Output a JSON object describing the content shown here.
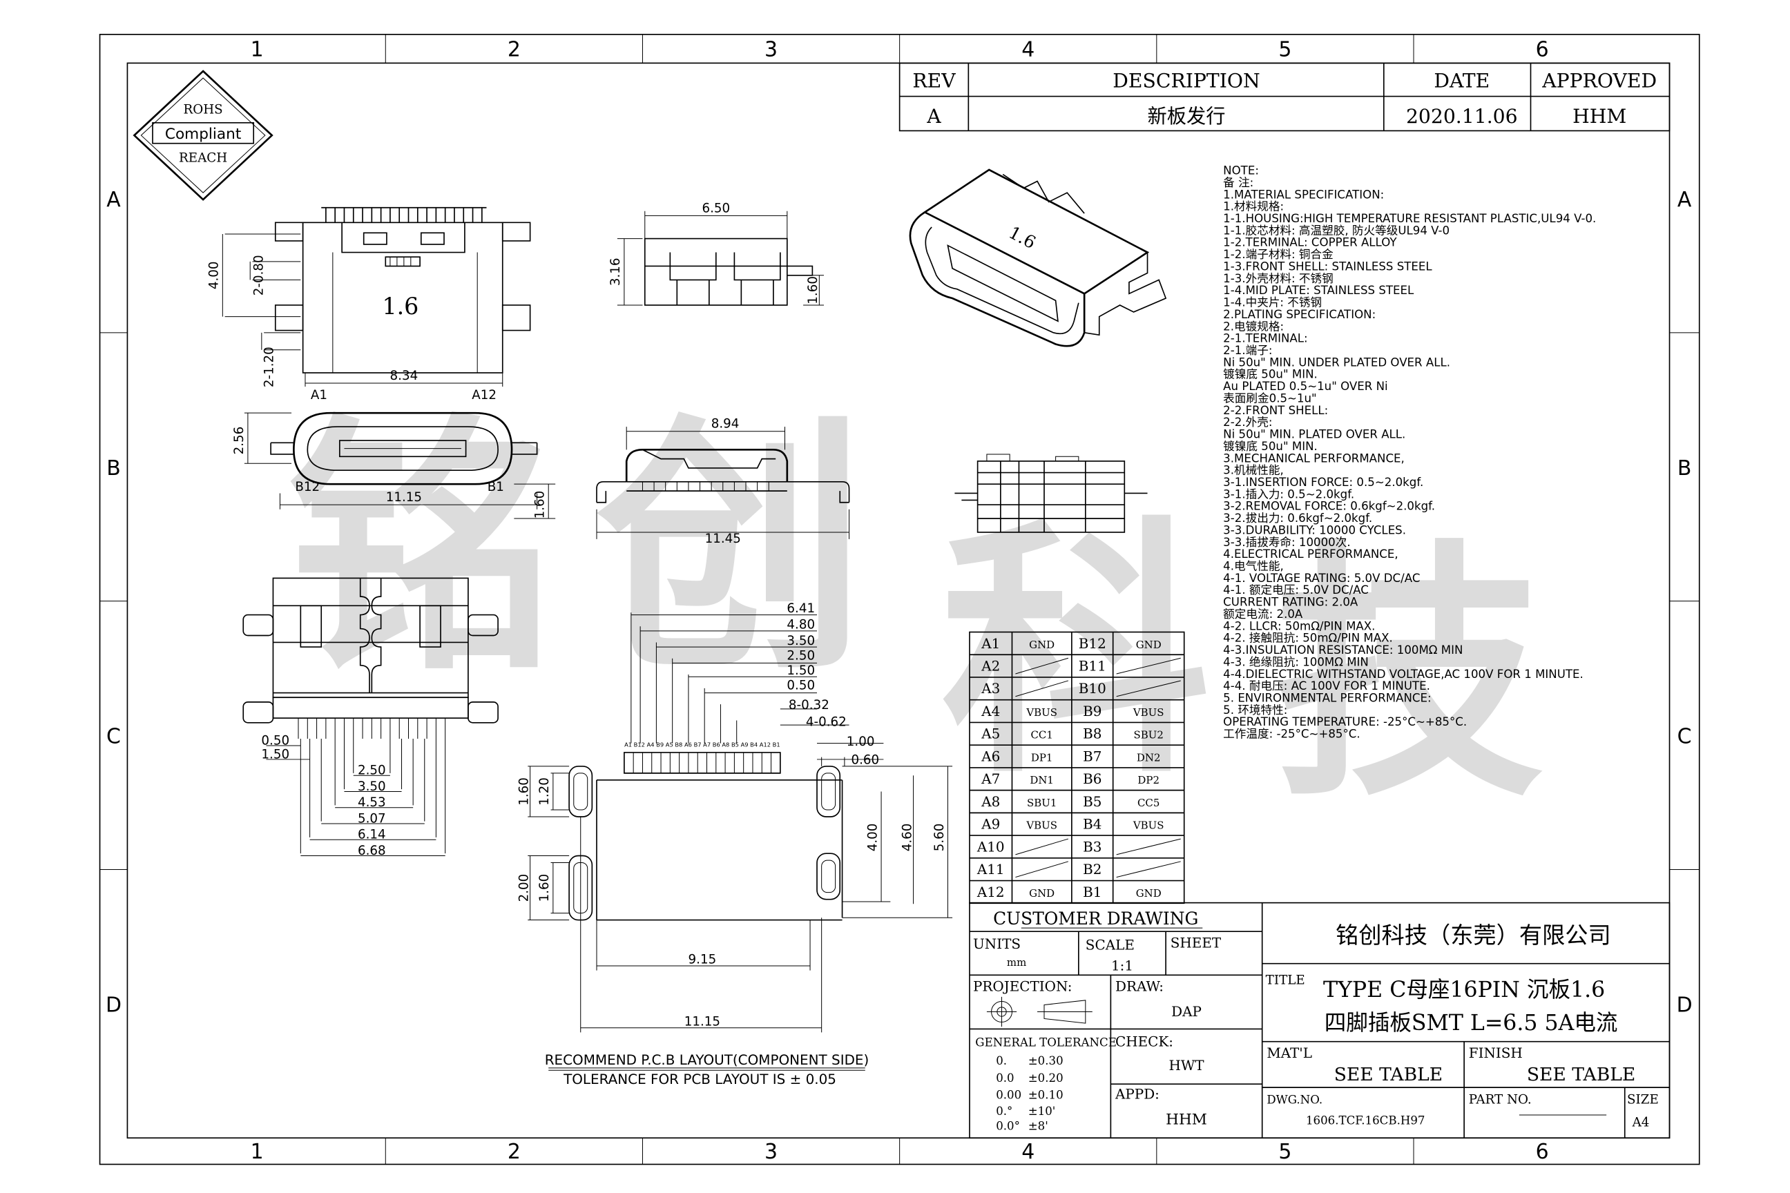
{
  "frame": {
    "col_labels": [
      "1",
      "2",
      "3",
      "4",
      "5",
      "6"
    ],
    "row_labels": [
      "A",
      "B",
      "C",
      "D"
    ]
  },
  "compliance_badge": {
    "line1": "ROHS",
    "line2": "Compliant",
    "line3": "REACH"
  },
  "revision_table": {
    "headers": {
      "rev": "REV",
      "description": "DESCRIPTION",
      "date": "DATE",
      "approved": "APPROVED"
    },
    "row": {
      "rev": "A",
      "description": "新板发行",
      "date": "2020.11.06",
      "approved": "HHM"
    }
  },
  "watermark": [
    "铭",
    "创",
    "科",
    "技"
  ],
  "drawing_labels": {
    "marking": "1.6",
    "dim_4_00": "4.00",
    "dim_2_0_80": "2-0.80",
    "dim_2_1_20": "2-1.20",
    "dim_6_50": "6.50",
    "dim_3_16": "3.16",
    "dim_1_60_side": "1.60",
    "dim_8_34": "8.34",
    "pin_a1": "A1",
    "pin_a12": "A12",
    "pin_b12": "B12",
    "pin_b1": "B1",
    "dim_2_56": "2.56",
    "dim_11_15_front": "11.15",
    "dim_1_60_front": "1.60",
    "dim_8_94": "8.94",
    "dim_11_45": "11.45",
    "bottom_dims": [
      "0.50",
      "1.50",
      "2.50",
      "3.50",
      "4.53",
      "5.07",
      "6.14",
      "6.68"
    ],
    "pcb_dims": [
      "6.41",
      "4.80",
      "3.50",
      "2.50",
      "1.50",
      "0.50",
      "8-0.32",
      "4-0.62"
    ],
    "pcb_pad_labels": "A1 B12 A4 B9 A5 B8 A6 B7 A7 B6 A8 B5 A9 B4 A12 B1",
    "dim_1_00": "1.00",
    "dim_0_60": "0.60",
    "dim_5_60": "5.60",
    "dim_4_60": "4.60",
    "dim_4_00_pcb": "4.00",
    "dim_1_60_a": "1.60",
    "dim_1_20": "1.20",
    "dim_2_00": "2.00",
    "dim_1_60_b": "1.60",
    "dim_9_15": "9.15",
    "dim_11_15_pcb": "11.15",
    "pcb_title": "RECOMMEND P.C.B LAYOUT(COMPONENT SIDE)",
    "pcb_tolerance": "TOLERANCE FOR PCB LAYOUT IS ± 0.05"
  },
  "notes": [
    "NOTE:",
    "备 注:",
    "1.MATERIAL SPECIFICATION:",
    "1.材料规格:",
    "1-1.HOUSING:HIGH TEMPERATURE RESISTANT PLASTIC,UL94 V-0.",
    "1-1.胶芯材料: 高温塑胶, 防火等级UL94 V-0",
    "1-2.TERMINAL: COPPER ALLOY",
    "1-2.端子材料: 铜合金",
    "1-3.FRONT SHELL: STAINLESS STEEL",
    "1-3.外壳材料: 不锈钢",
    "1-4.MID PLATE: STAINLESS STEEL",
    "1-4.中夹片: 不锈钢",
    "2.PLATING SPECIFICATION:",
    "2.电镀规格:",
    "2-1.TERMINAL:",
    "  2-1.端子:",
    "Ni 50u\" MIN. UNDER PLATED OVER ALL.",
    "镀镍底 50u\" MIN.",
    "Au PLATED 0.5~1u\" OVER Ni",
    "表面刷金0.5~1u\"",
    "2-2.FRONT SHELL:",
    "  2-2.外壳:",
    "Ni 50u\" MIN. PLATED OVER ALL.",
    "镀镍底 50u\" MIN.",
    "3.MECHANICAL PERFORMANCE,",
    "3.机械性能,",
    "3-1.INSERTION FORCE: 0.5~2.0kgf.",
    "3-1.插入力: 0.5~2.0kgf.",
    "3-2.REMOVAL FORCE: 0.6kgf~2.0kgf.",
    "3-2.拔出力: 0.6kgf~2.0kgf.",
    "3-3.DURABILITY: 10000 CYCLES.",
    "3-3.插拔寿命: 10000次.",
    "4.ELECTRICAL PERFORMANCE,",
    "4.电气性能,",
    "4-1. VOLTAGE RATING: 5.0V DC/AC",
    "4-1. 额定电压: 5.0V DC/AC",
    "CURRENT RATING: 2.0A",
    "额定电流: 2.0A",
    "4-2. LLCR: 50mΩ/PIN MAX.",
    "4-2. 接触阻抗: 50mΩ/PIN MAX.",
    "4-3.INSULATION RESISTANCE: 100MΩ MIN",
    "4-3. 绝缘阻抗: 100MΩ MIN",
    "4-4.DIELECTRIC WITHSTAND VOLTAGE,AC 100V FOR 1 MINUTE.",
    "4-4. 耐电压: AC 100V FOR 1 MINUTE.",
    "5. ENVIRONMENTAL PERFORMANCE:",
    "5. 环境特性:",
    "OPERATING TEMPERATURE: -25°C~+85°C.",
    "工作温度: -25°C~+85°C."
  ],
  "pin_table": [
    [
      "A1",
      "GND",
      "B12",
      "GND"
    ],
    [
      "A2",
      "",
      "B11",
      ""
    ],
    [
      "A3",
      "",
      "B10",
      ""
    ],
    [
      "A4",
      "VBUS",
      "B9",
      "VBUS"
    ],
    [
      "A5",
      "CC1",
      "B8",
      "SBU2"
    ],
    [
      "A6",
      "DP1",
      "B7",
      "DN2"
    ],
    [
      "A7",
      "DN1",
      "B6",
      "DP2"
    ],
    [
      "A8",
      "SBU1",
      "B5",
      "CC5"
    ],
    [
      "A9",
      "VBUS",
      "B4",
      "VBUS"
    ],
    [
      "A10",
      "",
      "B3",
      ""
    ],
    [
      "A11",
      "",
      "B2",
      ""
    ],
    [
      "A12",
      "GND",
      "B1",
      "GND"
    ]
  ],
  "title_block": {
    "customer_drawing": "CUSTOMER DRAWING",
    "units_label": "UNITS",
    "units_value": "mm",
    "scale_label": "SCALE",
    "scale_value": "1:1",
    "sheet_label": "SHEET",
    "projection_label": "PROJECTION:",
    "tolerance_title": "GENERAL TOLERANCE",
    "tolerances": [
      [
        "0.",
        "±0.30"
      ],
      [
        "0.0",
        "±0.20"
      ],
      [
        "0.00",
        "±0.10"
      ],
      [
        "0.°",
        "±10'"
      ],
      [
        "0.0°",
        "±8'"
      ]
    ],
    "draw_label": "DRAW:",
    "draw_value": "DAP",
    "check_label": "CHECK:",
    "check_value": "HWT",
    "appd_label": "APPD:",
    "appd_value": "HHM",
    "company": "铭创科技（东莞）有限公司",
    "title_label": "TITLE",
    "title_line1": "TYPE C母座16PIN 沉板1.6",
    "title_line2": "四脚插板SMT L=6.5 5A电流",
    "material_label": "MAT'L",
    "material_value": "SEE TABLE",
    "finish_label": "FINISH",
    "finish_value": "SEE TABLE",
    "dwg_label": "DWG.NO.",
    "dwg_value": "1606.TCF.16CB.H97",
    "part_label": "PART NO.",
    "size_label": "SIZE",
    "size_value": "A4"
  }
}
